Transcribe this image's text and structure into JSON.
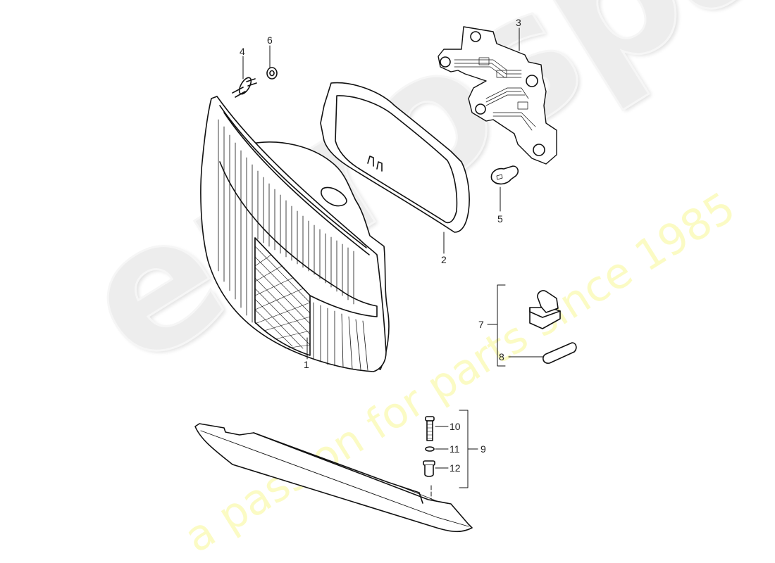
{
  "diagram": {
    "type": "exploded-parts-diagram",
    "subject": "Rear tail light assembly",
    "line_color": "#111111",
    "background": "#ffffff",
    "callouts": [
      {
        "id": "1",
        "label": "1",
        "part": "tail light lens housing"
      },
      {
        "id": "2",
        "label": "2",
        "part": "gasket / seal"
      },
      {
        "id": "3",
        "label": "3",
        "part": "bulb holder circuit board"
      },
      {
        "id": "4",
        "label": "4",
        "part": "stud bolt"
      },
      {
        "id": "5",
        "label": "5",
        "part": "bulb"
      },
      {
        "id": "6",
        "label": "6",
        "part": "nut"
      },
      {
        "id": "7",
        "label": "7",
        "part": "lamp socket set (group)"
      },
      {
        "id": "8",
        "label": "8",
        "part": "festoon bulb"
      },
      {
        "id": "9",
        "label": "9",
        "part": "side reflector fastener set (group)"
      },
      {
        "id": "10",
        "label": "10",
        "part": "screw"
      },
      {
        "id": "11",
        "label": "11",
        "part": "washer"
      },
      {
        "id": "12",
        "label": "12",
        "part": "spreader nut"
      }
    ]
  },
  "watermark": {
    "brand": "eurospares",
    "tagline": "a passion for parts since 1985",
    "brand_color": "#ececec",
    "tagline_color": "#fafac0"
  }
}
